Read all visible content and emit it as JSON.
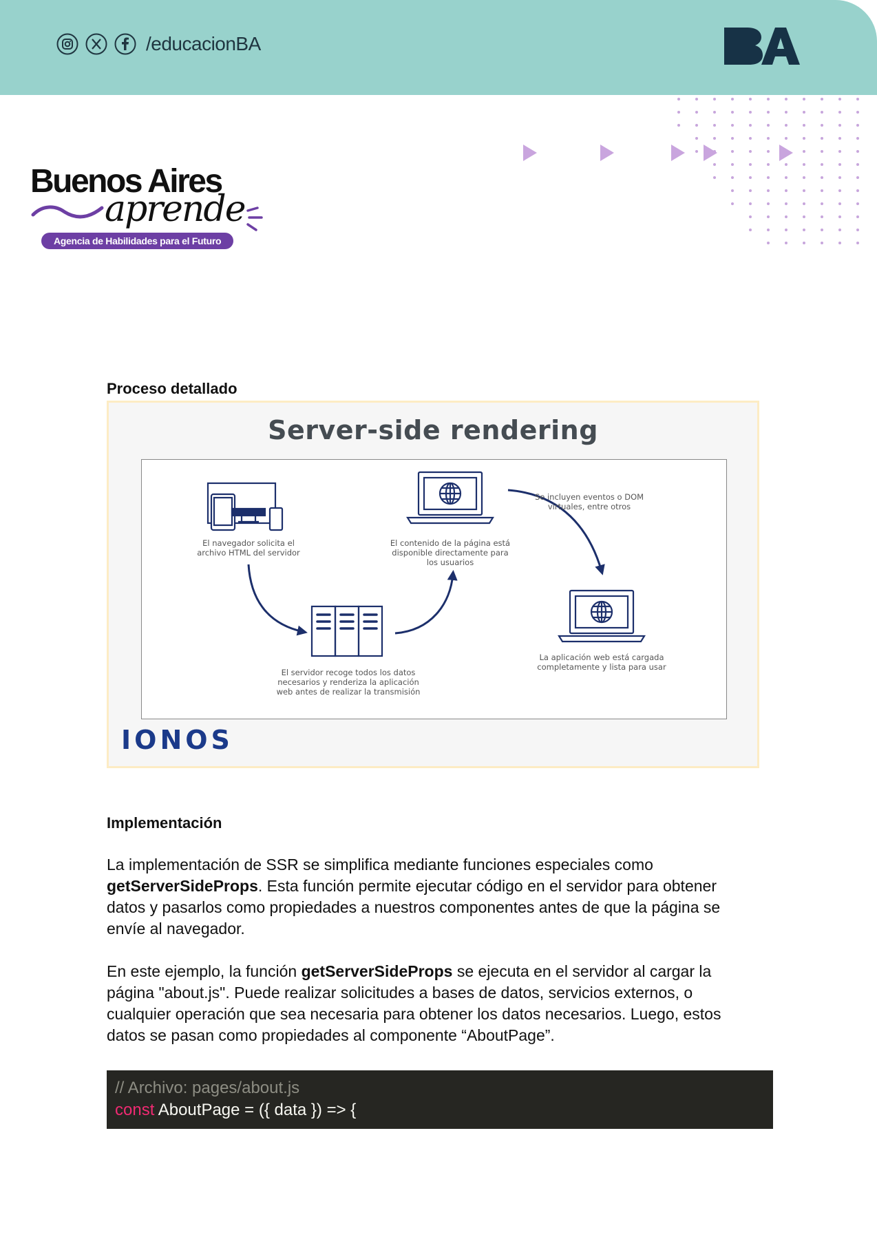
{
  "header": {
    "social_handle": "/educacionBA",
    "social_icons": [
      "instagram-icon",
      "x-icon",
      "facebook-icon"
    ],
    "ba_logo": "BA",
    "background_color": "#98d2cc"
  },
  "brand_logo": {
    "line1": "Buenos Aires",
    "line2": "aprende",
    "tagline": "Agencia de Habilidades para el Futuro",
    "accent_color": "#6d3fa4"
  },
  "section1": {
    "heading": "Proceso detallado"
  },
  "figure": {
    "title": "Server-side rendering",
    "labels": {
      "browser": [
        "El navegador solicita el",
        "archivo HTML del servidor"
      ],
      "content": [
        "El contenido de la página está",
        "disponible directamente para",
        "los usuarios"
      ],
      "events": [
        "Se incluyen eventos o DOM",
        "virtuales, entre otros"
      ],
      "server": [
        "El servidor recoge todos los datos",
        "necesarios y renderiza la aplicación",
        "web antes de realizar la transmisión"
      ],
      "loaded": [
        "La aplicación web está cargada",
        "completamente y lista para usar"
      ]
    },
    "brand": "IONOS",
    "icon_color": "#1c2f6b"
  },
  "section2": {
    "heading": "Implementación",
    "p1": {
      "before": "La implementación de SSR se simplifica mediante funciones especiales como ",
      "bold": "getServerSideProps",
      "after": ". Esta función permite ejecutar código en el servidor para obtener datos y pasarlos como propiedades a nuestros componentes antes de que la página se envíe al navegador."
    },
    "p2": {
      "before": "En este ejemplo, la función ",
      "bold": "getServerSideProps",
      "after": " se ejecuta en el servidor al cargar la página \"about.js\". Puede realizar solicitudes a bases de datos, servicios externos, o cualquier operación que sea necesaria para obtener los datos necesarios. Luego, estos datos se pasan como propiedades al componente “AboutPage”."
    }
  },
  "code": {
    "comment": "// Archivo: pages/about.js",
    "keyword": "const",
    "rest": " AboutPage = ({ data }) => {"
  }
}
